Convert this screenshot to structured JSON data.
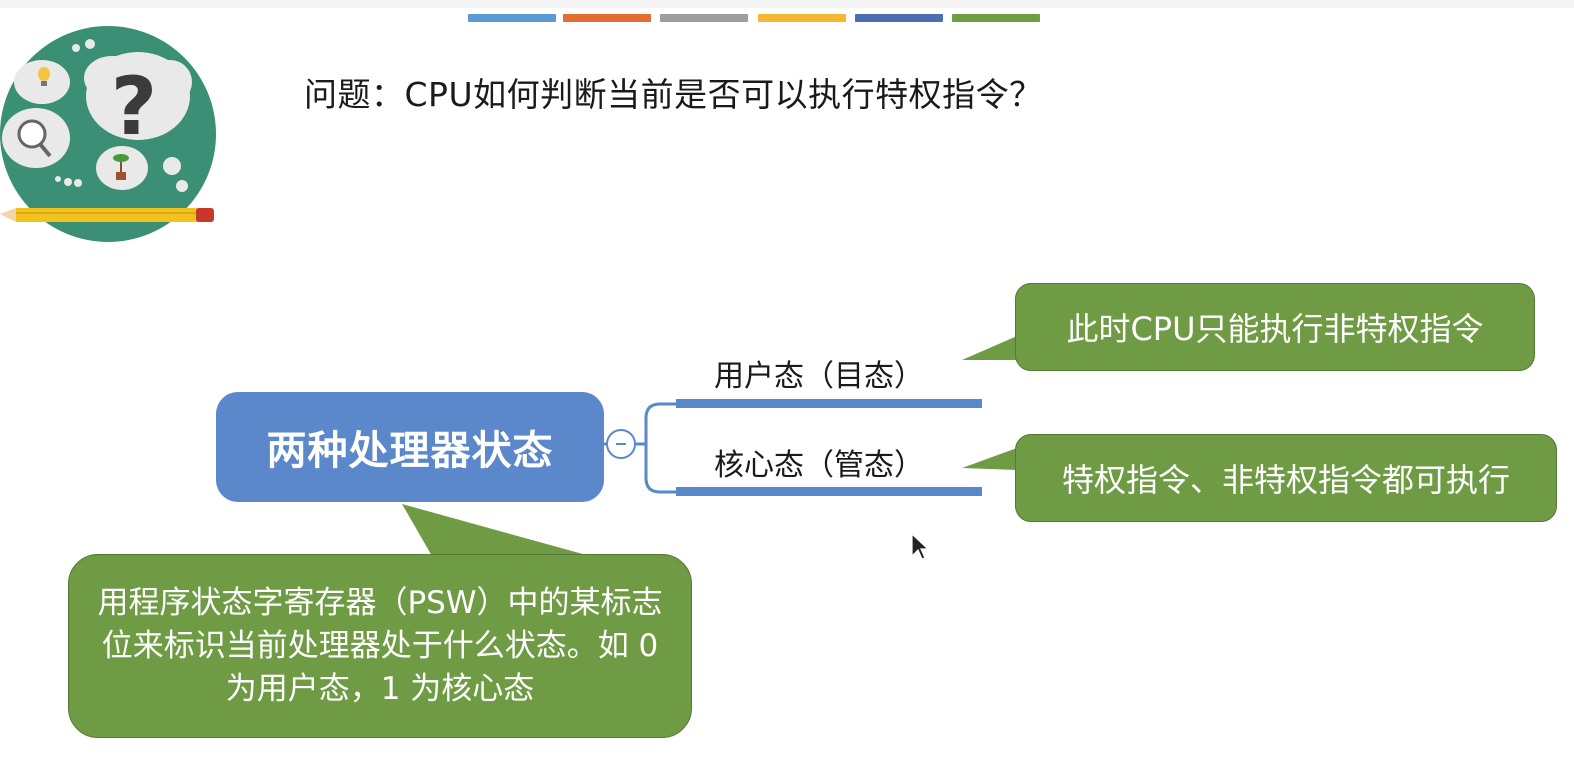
{
  "colors": {
    "node_blue": "#5b87cb",
    "callout_green": "#6f9b45",
    "bars": [
      "#5b9bd5",
      "#e46c35",
      "#9e9e9e",
      "#f5b631",
      "#4a6db3",
      "#6e9e42"
    ]
  },
  "header": {
    "question": "问题：CPU如何判断当前是否可以执行特权指令？"
  },
  "diagram": {
    "central_node": "两种处理器状态",
    "branches": [
      {
        "label": "用户态（目态）",
        "callout": "此时CPU只能执行非特权指令"
      },
      {
        "label": "核心态（管态）",
        "callout": "特权指令、非特权指令都可执行"
      }
    ],
    "central_callout": "用程序状态字寄存器（PSW）中的某标志位来标识当前处理器处于什么状态。如 0 为用户态，1 为核心态"
  },
  "icons": [
    "question-illustration-icon",
    "collapse-icon",
    "mouse-cursor-icon"
  ]
}
